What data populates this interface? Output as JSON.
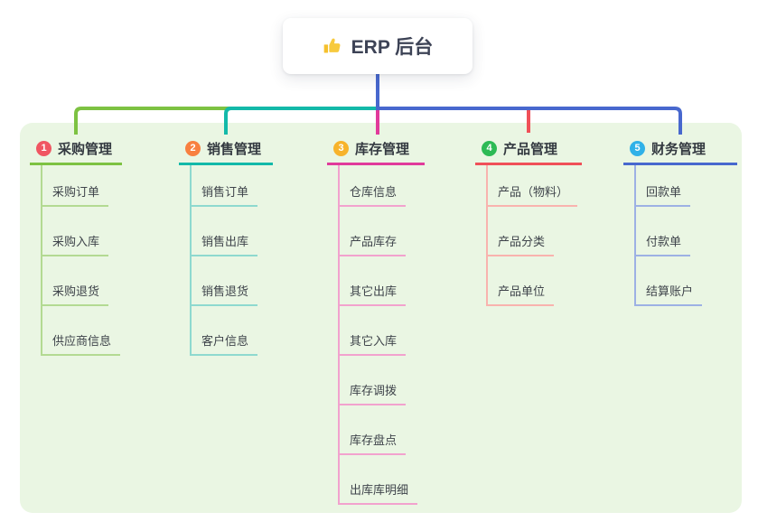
{
  "root": {
    "label": "ERP 后台",
    "icon": "thumbs-up"
  },
  "branches": [
    {
      "num": "1",
      "label": "采购管理",
      "badge_color": "#f05662",
      "line_color": "#7dc242",
      "sub_line_color": "#b3da92",
      "children": [
        "采购订单",
        "采购入库",
        "采购退货",
        "供应商信息"
      ]
    },
    {
      "num": "2",
      "label": "销售管理",
      "badge_color": "#f88040",
      "line_color": "#13b9a9",
      "sub_line_color": "#8ed9cf",
      "children": [
        "销售订单",
        "销售出库",
        "销售退货",
        "客户信息"
      ]
    },
    {
      "num": "3",
      "label": "库存管理",
      "badge_color": "#f7b32b",
      "line_color": "#e13a9b",
      "sub_line_color": "#f2a2ce",
      "children": [
        "仓库信息",
        "产品库存",
        "其它出库",
        "其它入库",
        "库存调拨",
        "库存盘点",
        "出库库明细"
      ]
    },
    {
      "num": "4",
      "label": "产品管理",
      "badge_color": "#2dba55",
      "line_color": "#f05058",
      "sub_line_color": "#f9b3ae",
      "children": [
        "产品（物料）",
        "产品分类",
        "产品单位"
      ]
    },
    {
      "num": "5",
      "label": "财务管理",
      "badge_color": "#30b1e8",
      "line_color": "#4868ce",
      "sub_line_color": "#9db1e4",
      "children": [
        "回款单",
        "付款单",
        "结算账户"
      ]
    }
  ],
  "colors": {
    "panel_bg": "#eaf6e3",
    "trunk": "#4868ce",
    "icon_yellow": "#f5c02e"
  }
}
